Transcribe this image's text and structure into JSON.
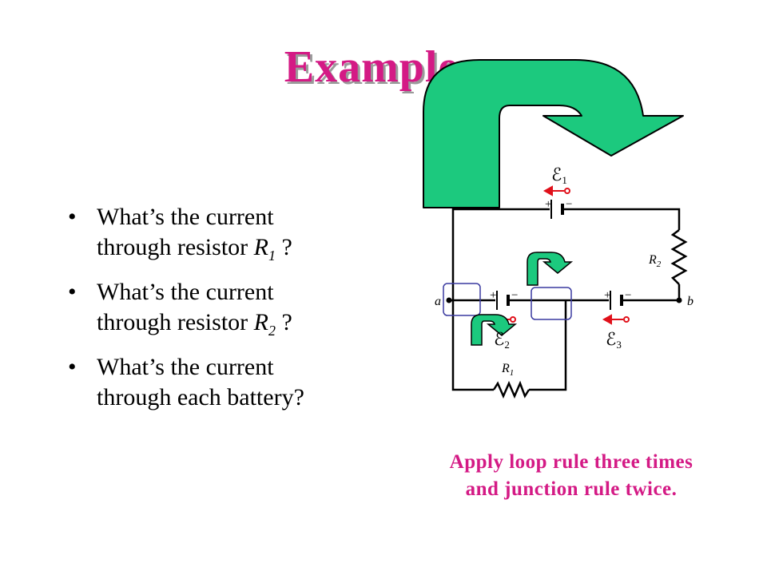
{
  "slide": {
    "title": "Example",
    "bullets": [
      {
        "line1": "What’s the current",
        "line2_prefix": "through resistor ",
        "var": "R",
        "sub": "1",
        "line2_suffix": " ?"
      },
      {
        "line1": "What’s the current",
        "line2_prefix": "through resistor ",
        "var": "R",
        "sub": "2",
        "line2_suffix": " ?"
      },
      {
        "line1": "What’s the current",
        "line2_prefix": "through each battery?",
        "var": "",
        "sub": "",
        "line2_suffix": ""
      }
    ],
    "bullet_glyph": "•",
    "note_line1": "Apply loop rule three times",
    "note_line2": "and junction rule twice."
  },
  "circuit": {
    "labels": {
      "emf1": "ℰ",
      "emf1_sub": "1",
      "emf2": "ℰ",
      "emf2_sub": "2",
      "emf3": "ℰ",
      "emf3_sub": "3",
      "r1": "R",
      "r1_sub": "1",
      "r2": "R",
      "r2_sub": "2",
      "node_a": "a",
      "node_b": "b",
      "plus": "+",
      "minus": "−"
    }
  },
  "colors": {
    "title": "#d41a85",
    "arrow_fill": "#1cc97e",
    "arrow_stroke": "#000000",
    "wire": "#000000",
    "emf_arrow": "#e0101a",
    "junction_box": "#3a3aa0"
  }
}
